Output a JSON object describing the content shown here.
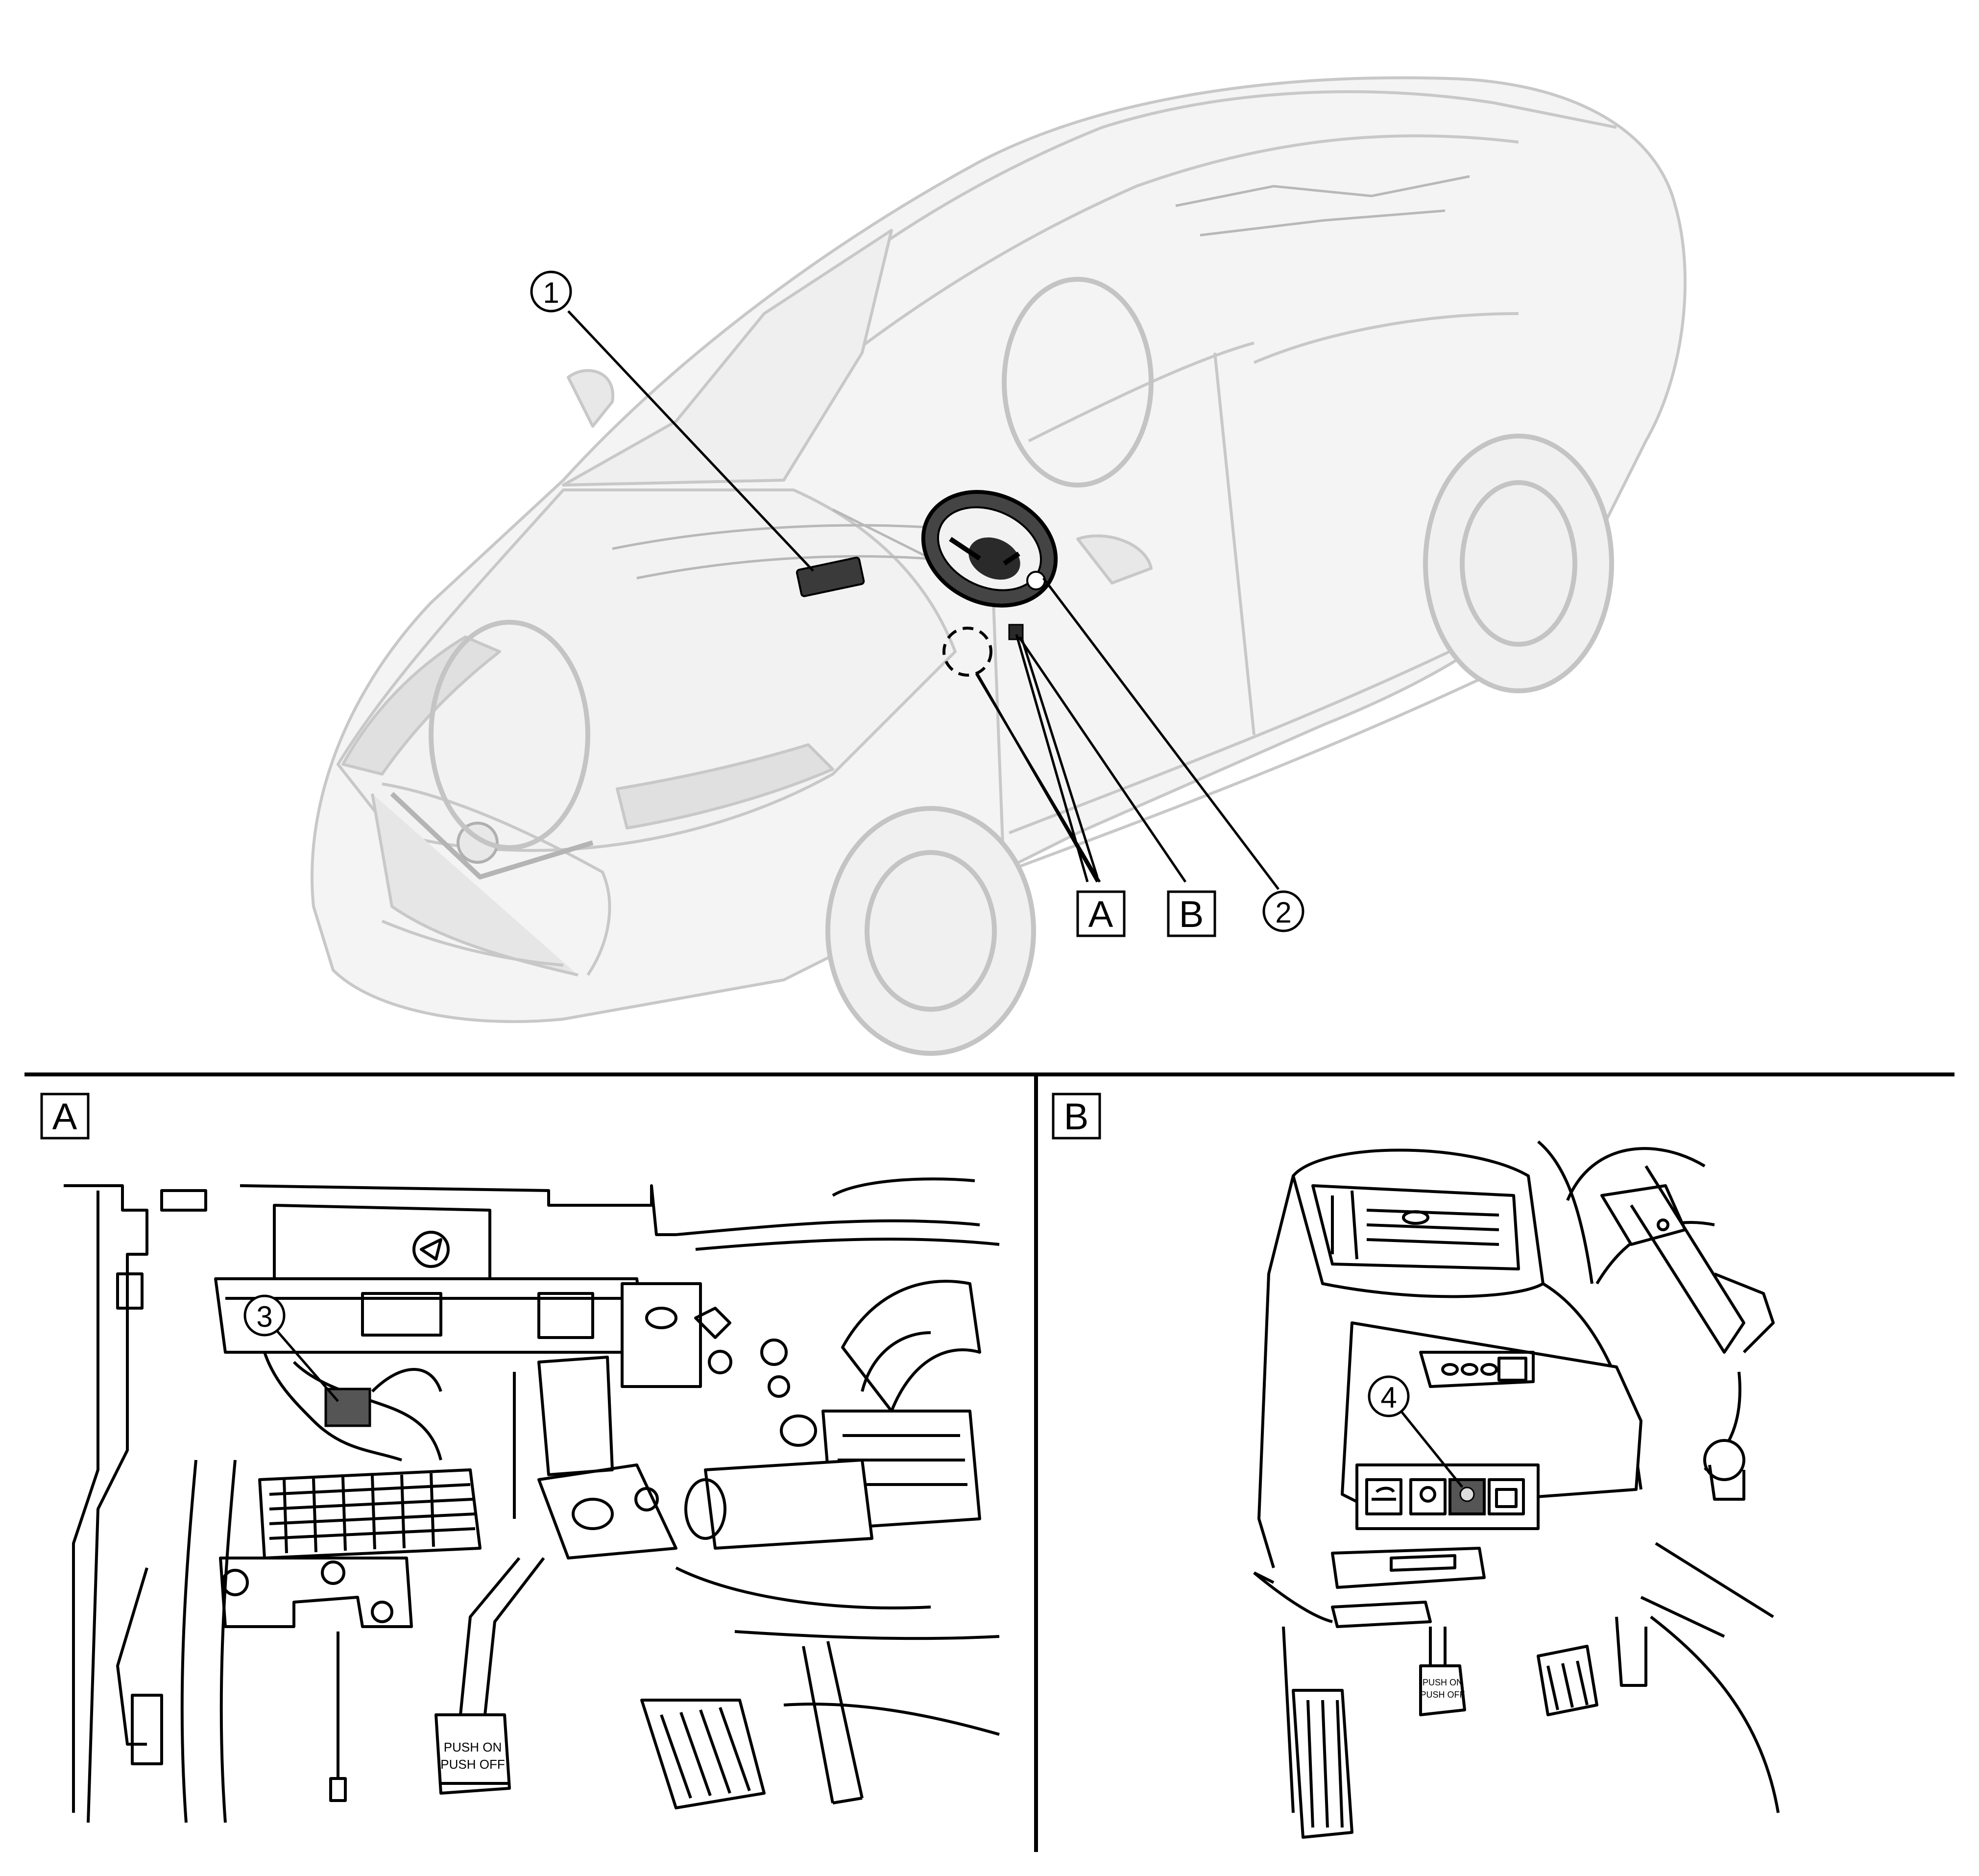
{
  "callouts": {
    "c1": "1",
    "c2": "2",
    "c3": "3",
    "c4": "4"
  },
  "view_refs": {
    "a": "A",
    "b": "B"
  },
  "panels": {
    "a_label": "A",
    "b_label": "B"
  },
  "pedal_text": {
    "a_line1": "PUSH ON",
    "a_line2": "PUSH OFF",
    "b_line1": "PUSH ON",
    "b_line2": "PUSH OFF"
  },
  "colors": {
    "line": "#000000",
    "ghost": "#c8c8c8",
    "ghost_fill": "#ececec",
    "part_fill": "#3a3a3a",
    "switch_fill": "#555555"
  }
}
